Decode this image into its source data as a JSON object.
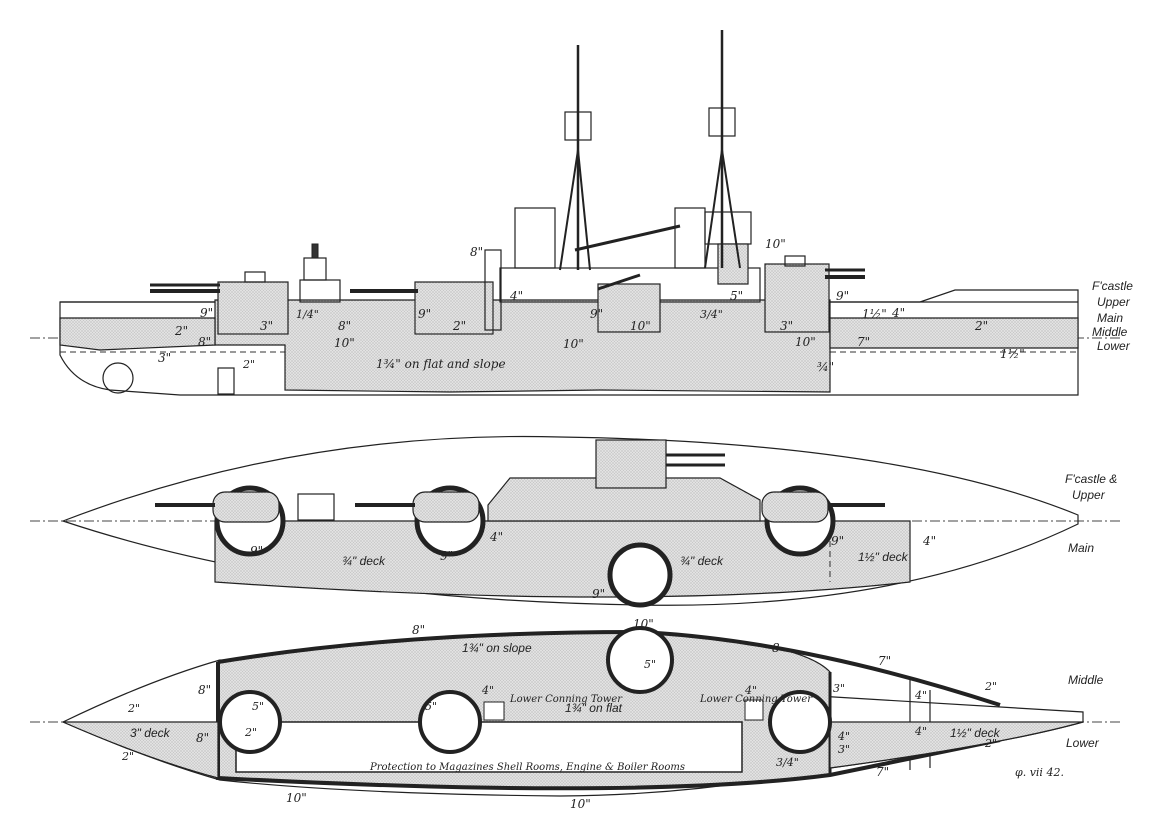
{
  "profile": {
    "deck_labels": [
      "F'castle",
      "Upper",
      "Main",
      "Middle",
      "Lower"
    ],
    "thickness_labels": {
      "bow_9": "9\"",
      "bow_2": "2\"",
      "bow_8": "8\"",
      "bow_3": "3\"",
      "bow_2b": "2\"",
      "t1_3": "3\"",
      "t1_14": "1/4\"",
      "t1_8": "8\"",
      "t1_10": "10\"",
      "t2_9": "9\"",
      "t2_2": "2\"",
      "t2_8top": "8\"",
      "t2_4": "4\"",
      "t2_9b": "9\"",
      "mid_10": "10\"",
      "fwd_10": "10\"",
      "t3_10": "10\"",
      "t3_5": "5\"",
      "t3_34": "3/4\"",
      "t3_3": "3\"",
      "t3_9": "9\"",
      "t3_7": "7\"",
      "t3_10b": "10\"",
      "aft_112": "1½\"",
      "aft_4": "4\"",
      "aft_2": "2\"",
      "aft_112b": "1½\"",
      "aft_34": "¾\""
    },
    "flat_slope_note": "1¾\" on flat and slope"
  },
  "upper_plan": {
    "deck_labels": [
      "F'castle &",
      "Upper",
      "Main"
    ],
    "deck_notes": [
      "¾\" deck",
      "¾\" deck",
      "1½\" deck"
    ],
    "thickness_labels": {
      "a_9": "9\"",
      "b_9": "9\"",
      "b_4": "4\"",
      "c_9": "9\"",
      "c_9b": "9\"",
      "d_4": "4\""
    }
  },
  "lower_plan": {
    "deck_labels": [
      "Middle",
      "Lower"
    ],
    "top_labels": [
      "8\"",
      "10\"",
      "8",
      "7\""
    ],
    "bottom_labels": [
      "10\"",
      "10\"",
      "7\""
    ],
    "thickness_labels": {
      "bow_2": "2\"",
      "bow_8": "8\"",
      "bow_8b": "8\"",
      "bow_2b": "2\"",
      "bow_2c": "2\"",
      "r1_5": "5\"",
      "r2_5": "5\"",
      "top_5": "5\"",
      "r3_3": "3\"",
      "small_4a": "4\"",
      "small_4b": "4\"",
      "aft_4": "4\"",
      "aft_4b": "4\"",
      "aft_2": "2\"",
      "aft_2b": "2\"",
      "mag_34": "3/4\"",
      "aft_3": "3\"",
      "aft_4c": "4\""
    },
    "deck_notes": [
      "3\" deck",
      "1¾\" on slope",
      "1¾\" on flat",
      "1½\" deck"
    ],
    "conning_tower_labels": [
      "Lower Conning Tower",
      "Lower Conning Tower"
    ],
    "magazine_note": "Protection to Magazines  Shell Rooms, Engine & Boiler Rooms"
  },
  "signature": "φ. vii 42."
}
